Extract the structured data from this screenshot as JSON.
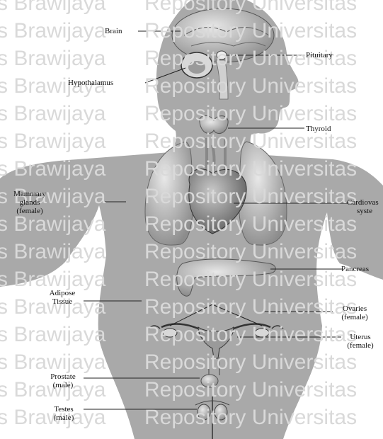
{
  "watermark": {
    "left_text": "s Brawijaya",
    "right_text": "Repository Universitas"
  },
  "labels": {
    "brain": "Brain",
    "pituitary": "Pituitary",
    "hypothalamus": "Hypothalamus",
    "thyroid": "Thyroid",
    "mammary_1": "Mammary",
    "mammary_2": "glands",
    "mammary_3": "(female)",
    "cardio_1": "Cardiovas",
    "cardio_2": "syste",
    "pancreas": "Pancreas",
    "adipose_1": "Adipose",
    "adipose_2": "Tissue",
    "ovaries_1": "Ovaries",
    "ovaries_2": "(female)",
    "uterus_1": "Uterus",
    "uterus_2": "(female)",
    "prostate_1": "Prostate",
    "prostate_2": "(male)",
    "testes_1": "Testes",
    "testes_2": "(male)"
  }
}
